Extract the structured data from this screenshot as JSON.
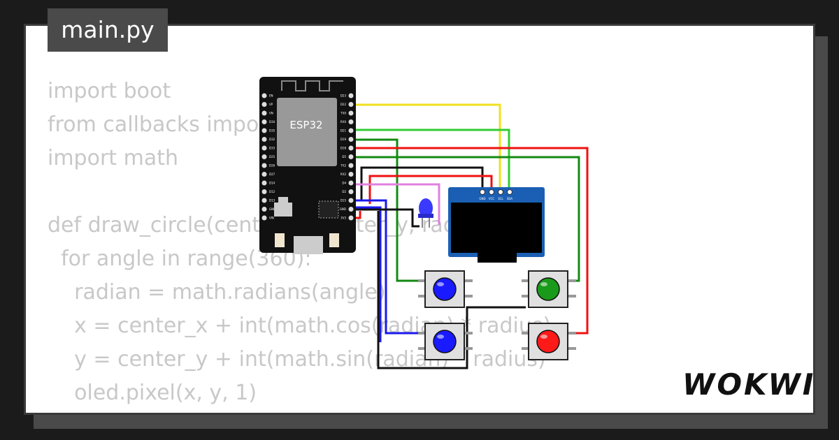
{
  "editor": {
    "filename": "main.py",
    "code_lines": [
      "import boot",
      "from callbacks import",
      "import math",
      "",
      "def draw_circle(center_x, center_y, radius):",
      "  for angle in range(360):",
      "    radian = math.radians(angle)",
      "    x = center_x + int(math.cos(radian) * radius)",
      "    y = center_y + int(math.sin(radian) * radius)",
      "    oled.pixel(x, y, 1)"
    ]
  },
  "esp32": {
    "chip_label": "ESP32",
    "left_pins": [
      "EN",
      "VP",
      "VN",
      "D34",
      "D35",
      "D32",
      "D33",
      "D25",
      "D26",
      "D27",
      "D14",
      "D12",
      "D13",
      "GND",
      "VIN"
    ],
    "right_pins": [
      "D23",
      "D22",
      "TX0",
      "RX0",
      "D21",
      "D19",
      "D18",
      "D5",
      "TX2",
      "RX2",
      "D4",
      "D2",
      "D15",
      "GND",
      "3V3"
    ]
  },
  "oled": {
    "pins": [
      "GND",
      "VCC",
      "SCL",
      "SDA"
    ]
  },
  "buttons": [
    {
      "name": "blue-top",
      "color": "#1a1aff"
    },
    {
      "name": "green",
      "color": "#1a9a1a"
    },
    {
      "name": "blue-bottom",
      "color": "#1a1aff"
    },
    {
      "name": "red",
      "color": "#ff1a1a"
    }
  ],
  "led": {
    "color": "#3a3aff"
  },
  "wire_colors": {
    "yellow": "#f0e020",
    "green_light": "#33cc33",
    "green_dark": "#138a13",
    "red": "#ee1111",
    "black": "#111111",
    "pink": "#e080e0",
    "blue": "#1a1aee"
  },
  "brand": {
    "logo_text": "WOKWI"
  }
}
